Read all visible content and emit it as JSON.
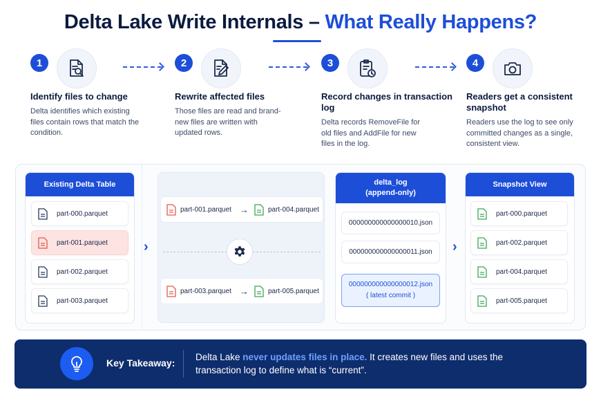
{
  "title": {
    "part1": "Delta Lake Write Internals –",
    "part2": "What Really Happens?"
  },
  "steps": [
    {
      "num": "1",
      "icon": "file-search-icon",
      "heading": "Identify files to change",
      "desc": "Delta identifies which existing files contain rows that match the condition."
    },
    {
      "num": "2",
      "icon": "file-edit-icon",
      "heading": "Rewrite affected files",
      "desc": "Those files are read and brand-new files are written with updated rows."
    },
    {
      "num": "3",
      "icon": "clipboard-clock-icon",
      "heading": "Record changes in transaction log",
      "desc": "Delta records RemoveFile for old files and AddFile for new files in the log."
    },
    {
      "num": "4",
      "icon": "camera-icon",
      "heading": "Readers get a consistent snapshot",
      "desc": "Readers use the log to see only committed changes as a single, consistent view."
    }
  ],
  "existing_table": {
    "header": "Existing Delta Table",
    "files": [
      {
        "name": "part-000.parquet",
        "state": "normal"
      },
      {
        "name": "part-001.parquet",
        "state": "highlight"
      },
      {
        "name": "part-002.parquet",
        "state": "normal"
      },
      {
        "name": "part-003.parquet",
        "state": "normal"
      }
    ]
  },
  "rewrites": [
    {
      "old": "part-001.parquet",
      "new": "part-004.parquet"
    },
    {
      "old": "part-003.parquet",
      "new": "part-005.parquet"
    }
  ],
  "delta_log": {
    "header_line1": "delta_log",
    "header_line2": "(append-only)",
    "entries": [
      {
        "name": "000000000000000010.json"
      },
      {
        "name": "000000000000000011.json"
      },
      {
        "name": "000000000000000012.json",
        "note": "( latest commit )"
      }
    ]
  },
  "snapshot": {
    "header": "Snapshot View",
    "files": [
      "part-000.parquet",
      "part-002.parquet",
      "part-004.parquet",
      "part-005.parquet"
    ]
  },
  "takeaway": {
    "label": "Key Takeaway:",
    "text_before": "Delta Lake ",
    "text_emphasis": "never updates files in place.",
    "text_after": " It creates new files and uses the transaction log to define what is “current”."
  },
  "colors": {
    "accent": "#1d4ed8",
    "banner": "#0e2d6d",
    "removed": "#e05a4a",
    "added": "#3aa655",
    "highlight": "#fde3e1"
  }
}
